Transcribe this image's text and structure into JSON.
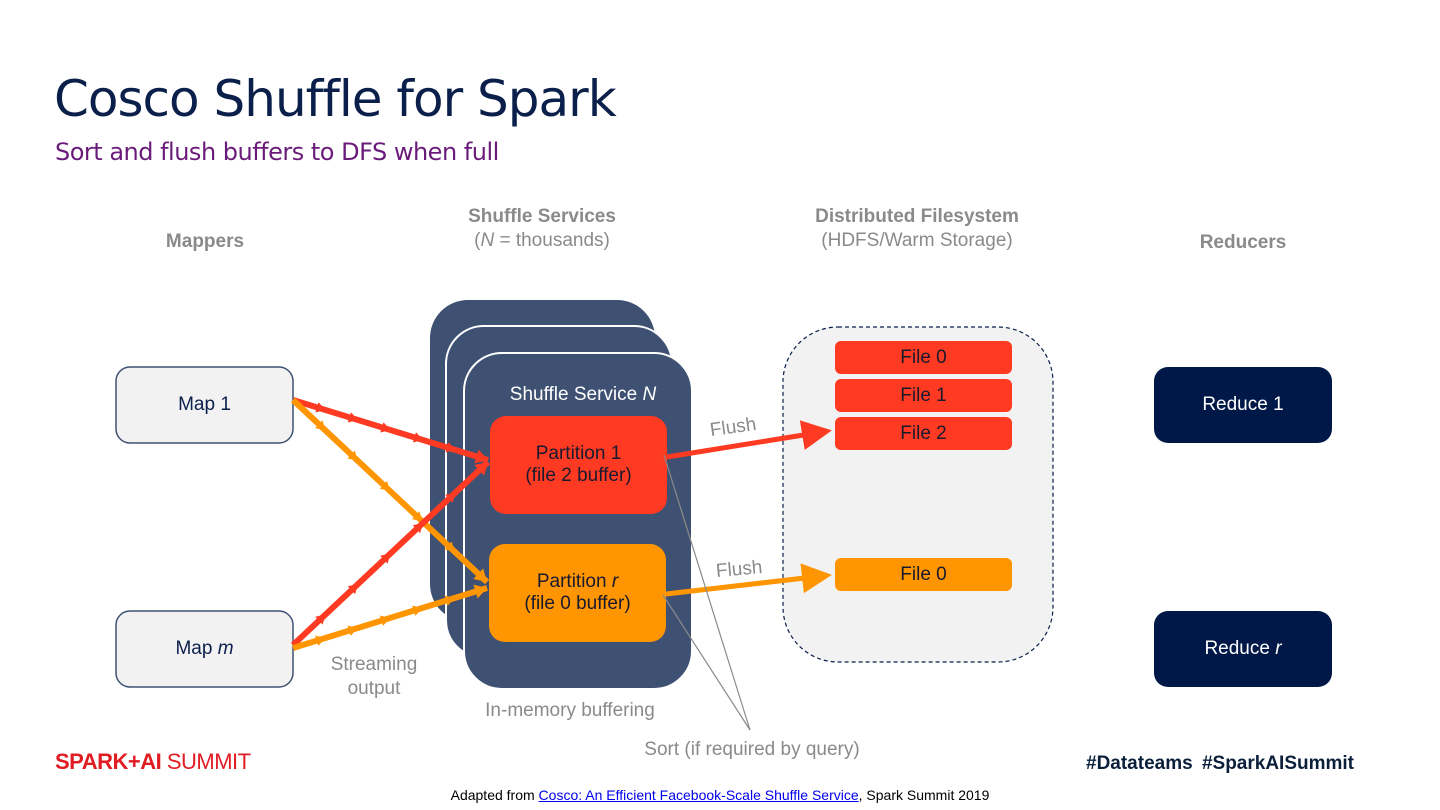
{
  "slide": {
    "title": "Cosco Shuffle for Spark",
    "subtitle": "Sort and flush buffers to DFS when full"
  },
  "headings": {
    "mappers": "Mappers",
    "shuffle_services": "Shuffle Services",
    "shuffle_services_note_var": "N",
    "shuffle_services_note_rest": " = thousands)",
    "shuffle_services_note_open": "(",
    "dfs": "Distributed Filesystem",
    "dfs_note": "(HDFS/Warm Storage)",
    "reducers": "Reducers"
  },
  "mappers": [
    {
      "label": "Map ",
      "var": "1",
      "var_italic": false
    },
    {
      "label": "Map ",
      "var": "m",
      "var_italic": true
    }
  ],
  "shuffle_service": {
    "label": "Shuffle Service ",
    "var": "N",
    "partitions": [
      {
        "line1_prefix": "Partition ",
        "line1_var": "1",
        "var_italic": false,
        "line2": "(file 2 buffer)",
        "color": "#ff3a22"
      },
      {
        "line1_prefix": "Partition ",
        "line1_var": "r",
        "var_italic": true,
        "line2": "(file 0 buffer)",
        "color": "#ff9500"
      }
    ]
  },
  "dfs_files": {
    "red": [
      "File 0",
      "File 1",
      "File 2"
    ],
    "orange": [
      "File 0"
    ]
  },
  "reducers": [
    {
      "label": "Reduce ",
      "var": "1",
      "var_italic": false
    },
    {
      "label": "Reduce ",
      "var": "r",
      "var_italic": true
    }
  ],
  "annotations": {
    "flush_top": "Flush",
    "flush_bottom": "Flush",
    "streaming_output_line1": "Streaming",
    "streaming_output_line2": "output",
    "in_memory_buffering": "In-memory buffering",
    "sort_note": "Sort (if required by query)"
  },
  "footer": {
    "logo_bold": "SPARK+AI",
    "logo_light": " SUMMIT",
    "hashtags": "#Datateams  #SparkAISummit",
    "citation_prefix": "Adapted from ",
    "citation_link": "Cosco: An Efficient Facebook-Scale Shuffle Service",
    "citation_suffix": ", Spark Summit 2019"
  },
  "colors": {
    "red": "#ff3a22",
    "orange": "#ff9500",
    "navy": "#0b1f4b",
    "service_blue": "#3f5173",
    "reducer_navy": "#001848",
    "purple": "#6a1b7a"
  }
}
